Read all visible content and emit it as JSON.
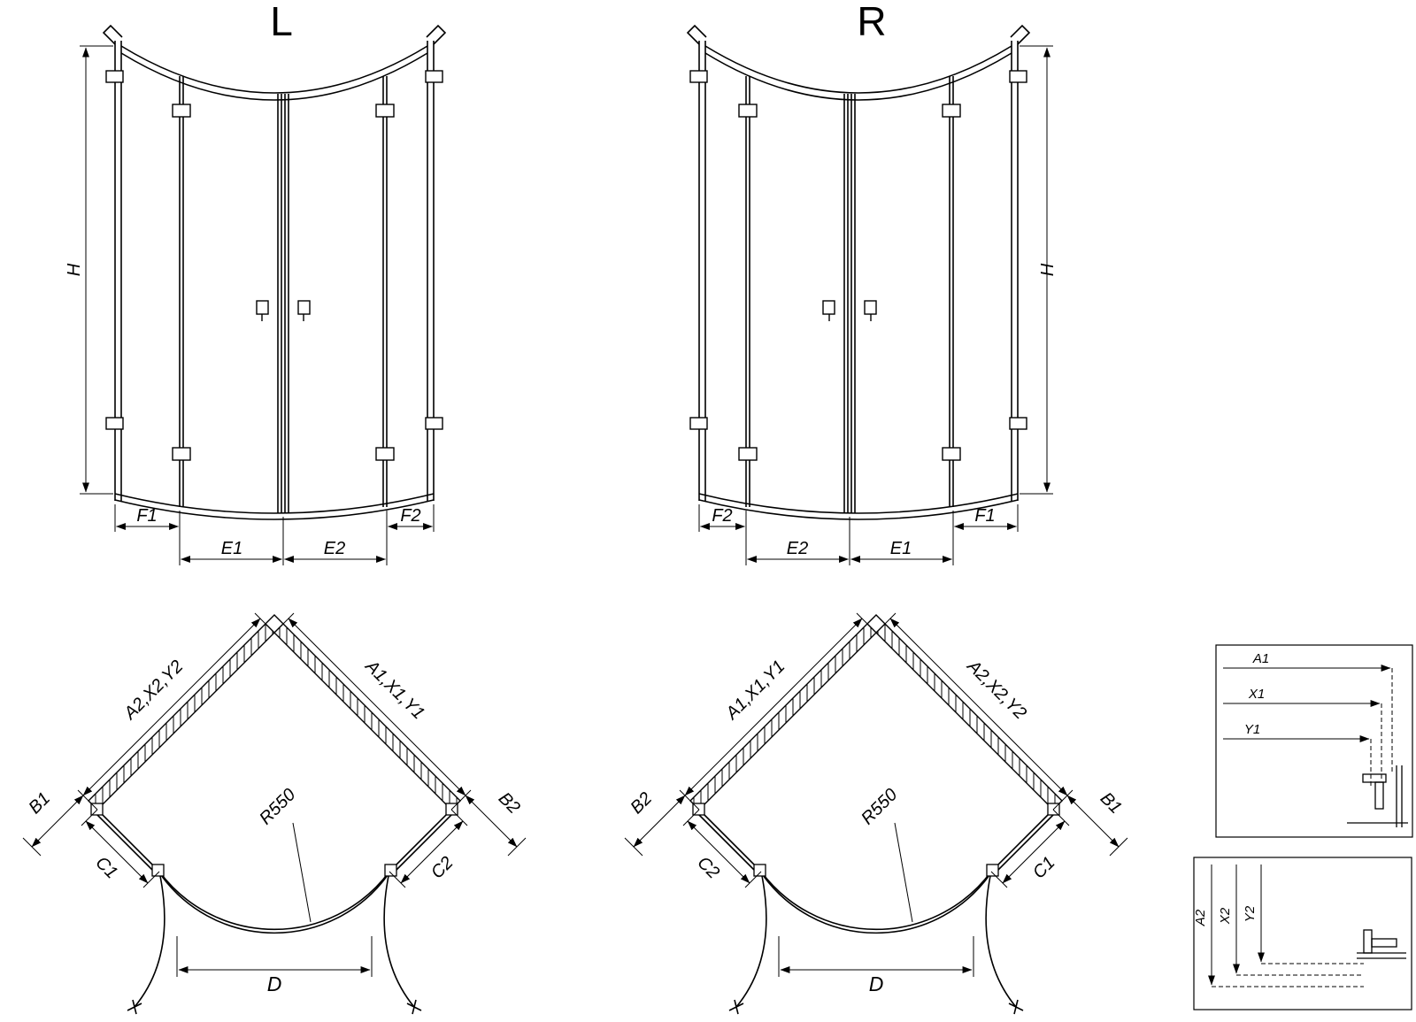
{
  "colors": {
    "line": "#000000",
    "background": "#ffffff"
  },
  "elevation_left": {
    "title": "L",
    "height": "H",
    "dims": [
      "F1",
      "E1",
      "E2",
      "F2"
    ]
  },
  "elevation_right": {
    "title": "R",
    "height": "H",
    "dims": [
      "F2",
      "E2",
      "E1",
      "F1"
    ]
  },
  "plan_left": {
    "wall_left": "A2,X2,Y2",
    "wall_right": "A1,X1,Y1",
    "outer_left": "B1",
    "outer_right": "B2",
    "panel_left": "C1",
    "panel_right": "C2",
    "radius": "R550",
    "entry": "D"
  },
  "plan_right": {
    "wall_left": "A1,X1,Y1",
    "wall_right": "A2,X2,Y2",
    "outer_left": "B2",
    "outer_right": "B1",
    "panel_left": "C2",
    "panel_right": "C1",
    "radius": "R550",
    "entry": "D"
  },
  "detail_top": {
    "dims": [
      "A1",
      "X1",
      "Y1"
    ]
  },
  "detail_bottom": {
    "dims": [
      "A2",
      "X2",
      "Y2"
    ]
  }
}
